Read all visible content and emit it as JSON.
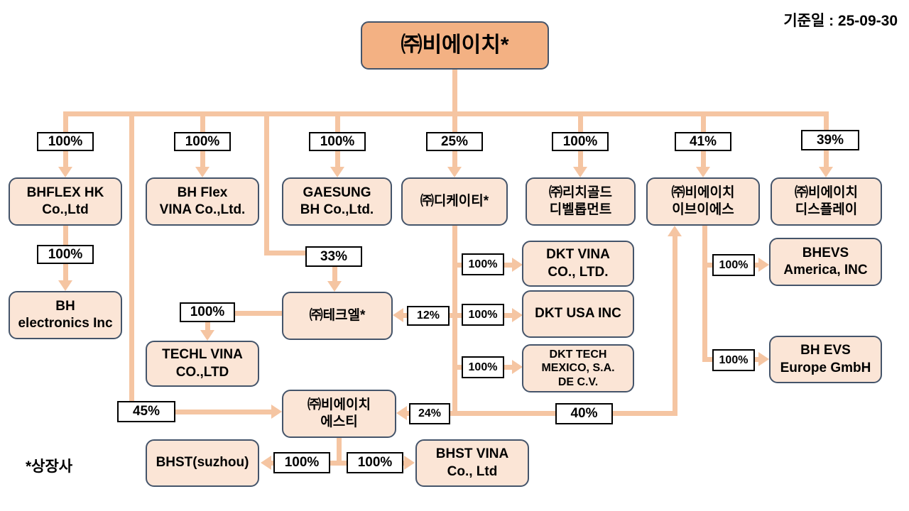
{
  "meta": {
    "date_label": "기준일 : 25-09-30",
    "footnote": "*상장사"
  },
  "colors": {
    "connector": "#F5C5A2",
    "node_fill": "#FBE5D6",
    "node_border": "#44546A",
    "root_fill": "#F3B183",
    "label_border": "#000000"
  },
  "nodes": {
    "bh": "㈜비에이치*",
    "bhflex_hk": "BHFLEX HK\nCo.,Ltd",
    "bhflex_vina": "BH Flex\nVINA Co.,Ltd.",
    "gaesung": "GAESUNG\nBH Co.,Ltd.",
    "dkt": "㈜디케이티*",
    "richgold": "㈜리치골드\n디벨롭먼트",
    "bhevs": "㈜비에이치\n이브이에스",
    "bhdisplay": "㈜비에이치\n디스플레이",
    "bh_electronics": "BH\nelectronics Inc",
    "techl": "㈜테크엘*",
    "techl_vina": "TECHL VINA\nCO.,LTD",
    "dkt_vina": "DKT VINA\nCO., LTD.",
    "dkt_usa": "DKT USA INC",
    "dkt_mexico": "DKT TECH\nMEXICO, S.A.\nDE C.V.",
    "bhst": "㈜비에이치\n에스티",
    "bhst_suzhou": "BHST(suzhou)",
    "bhst_vina": "BHST VINA\nCo., Ltd",
    "bhevs_america": "BHEVS\nAmerica, INC",
    "bhevs_europe": "BH EVS\nEurope GmbH"
  },
  "edges": [
    {
      "from": "bh",
      "to": "bhflex_hk",
      "pct": "100%"
    },
    {
      "from": "bh",
      "to": "bhflex_vina",
      "pct": "100%"
    },
    {
      "from": "bh",
      "to": "gaesung",
      "pct": "100%"
    },
    {
      "from": "bh",
      "to": "dkt",
      "pct": "25%"
    },
    {
      "from": "bh",
      "to": "richgold",
      "pct": "100%"
    },
    {
      "from": "bh",
      "to": "bhevs",
      "pct": "41%"
    },
    {
      "from": "bh",
      "to": "bhdisplay",
      "pct": "39%"
    },
    {
      "from": "bhflex_hk",
      "to": "bh_electronics",
      "pct": "100%"
    },
    {
      "from": "bh",
      "to": "techl",
      "pct": "33%"
    },
    {
      "from": "techl",
      "to": "techl_vina",
      "pct": "100%"
    },
    {
      "from": "dkt",
      "to": "techl",
      "pct": "12%"
    },
    {
      "from": "dkt",
      "to": "dkt_vina",
      "pct": "100%"
    },
    {
      "from": "dkt",
      "to": "dkt_usa",
      "pct": "100%"
    },
    {
      "from": "dkt",
      "to": "dkt_mexico",
      "pct": "100%"
    },
    {
      "from": "bh",
      "to": "bhst",
      "pct": "45%"
    },
    {
      "from": "dkt",
      "to": "bhst",
      "pct": "24%"
    },
    {
      "from": "dkt",
      "to": "bhevs",
      "pct": "40%"
    },
    {
      "from": "bhst",
      "to": "bhst_suzhou",
      "pct": "100%"
    },
    {
      "from": "bhst",
      "to": "bhst_vina",
      "pct": "100%"
    },
    {
      "from": "bhevs",
      "to": "bhevs_america",
      "pct": "100%"
    },
    {
      "from": "bhevs",
      "to": "bhevs_europe",
      "pct": "100%"
    }
  ]
}
